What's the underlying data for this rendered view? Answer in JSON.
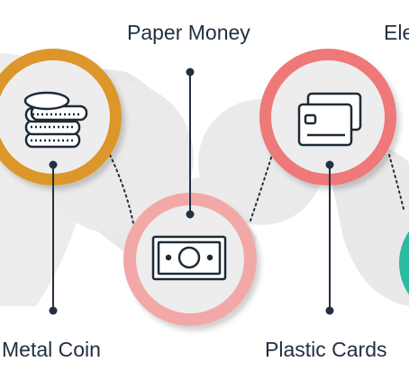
{
  "labels": {
    "metal_coin": "Metal Coin",
    "paper_money": "Paper Money",
    "plastic_cards": "Plastic Cards",
    "electronic": "Ele"
  },
  "colors": {
    "metal_ring": "#dc962c",
    "paper_ring": "#f3a8a8",
    "plastic_ring": "#ef7878",
    "electronic_ring": "#2bb9a2",
    "blob": "#e9e9e9",
    "line": "#22303f"
  },
  "icons": [
    "coin-stack-icon",
    "banknote-icon",
    "credit-cards-icon"
  ]
}
